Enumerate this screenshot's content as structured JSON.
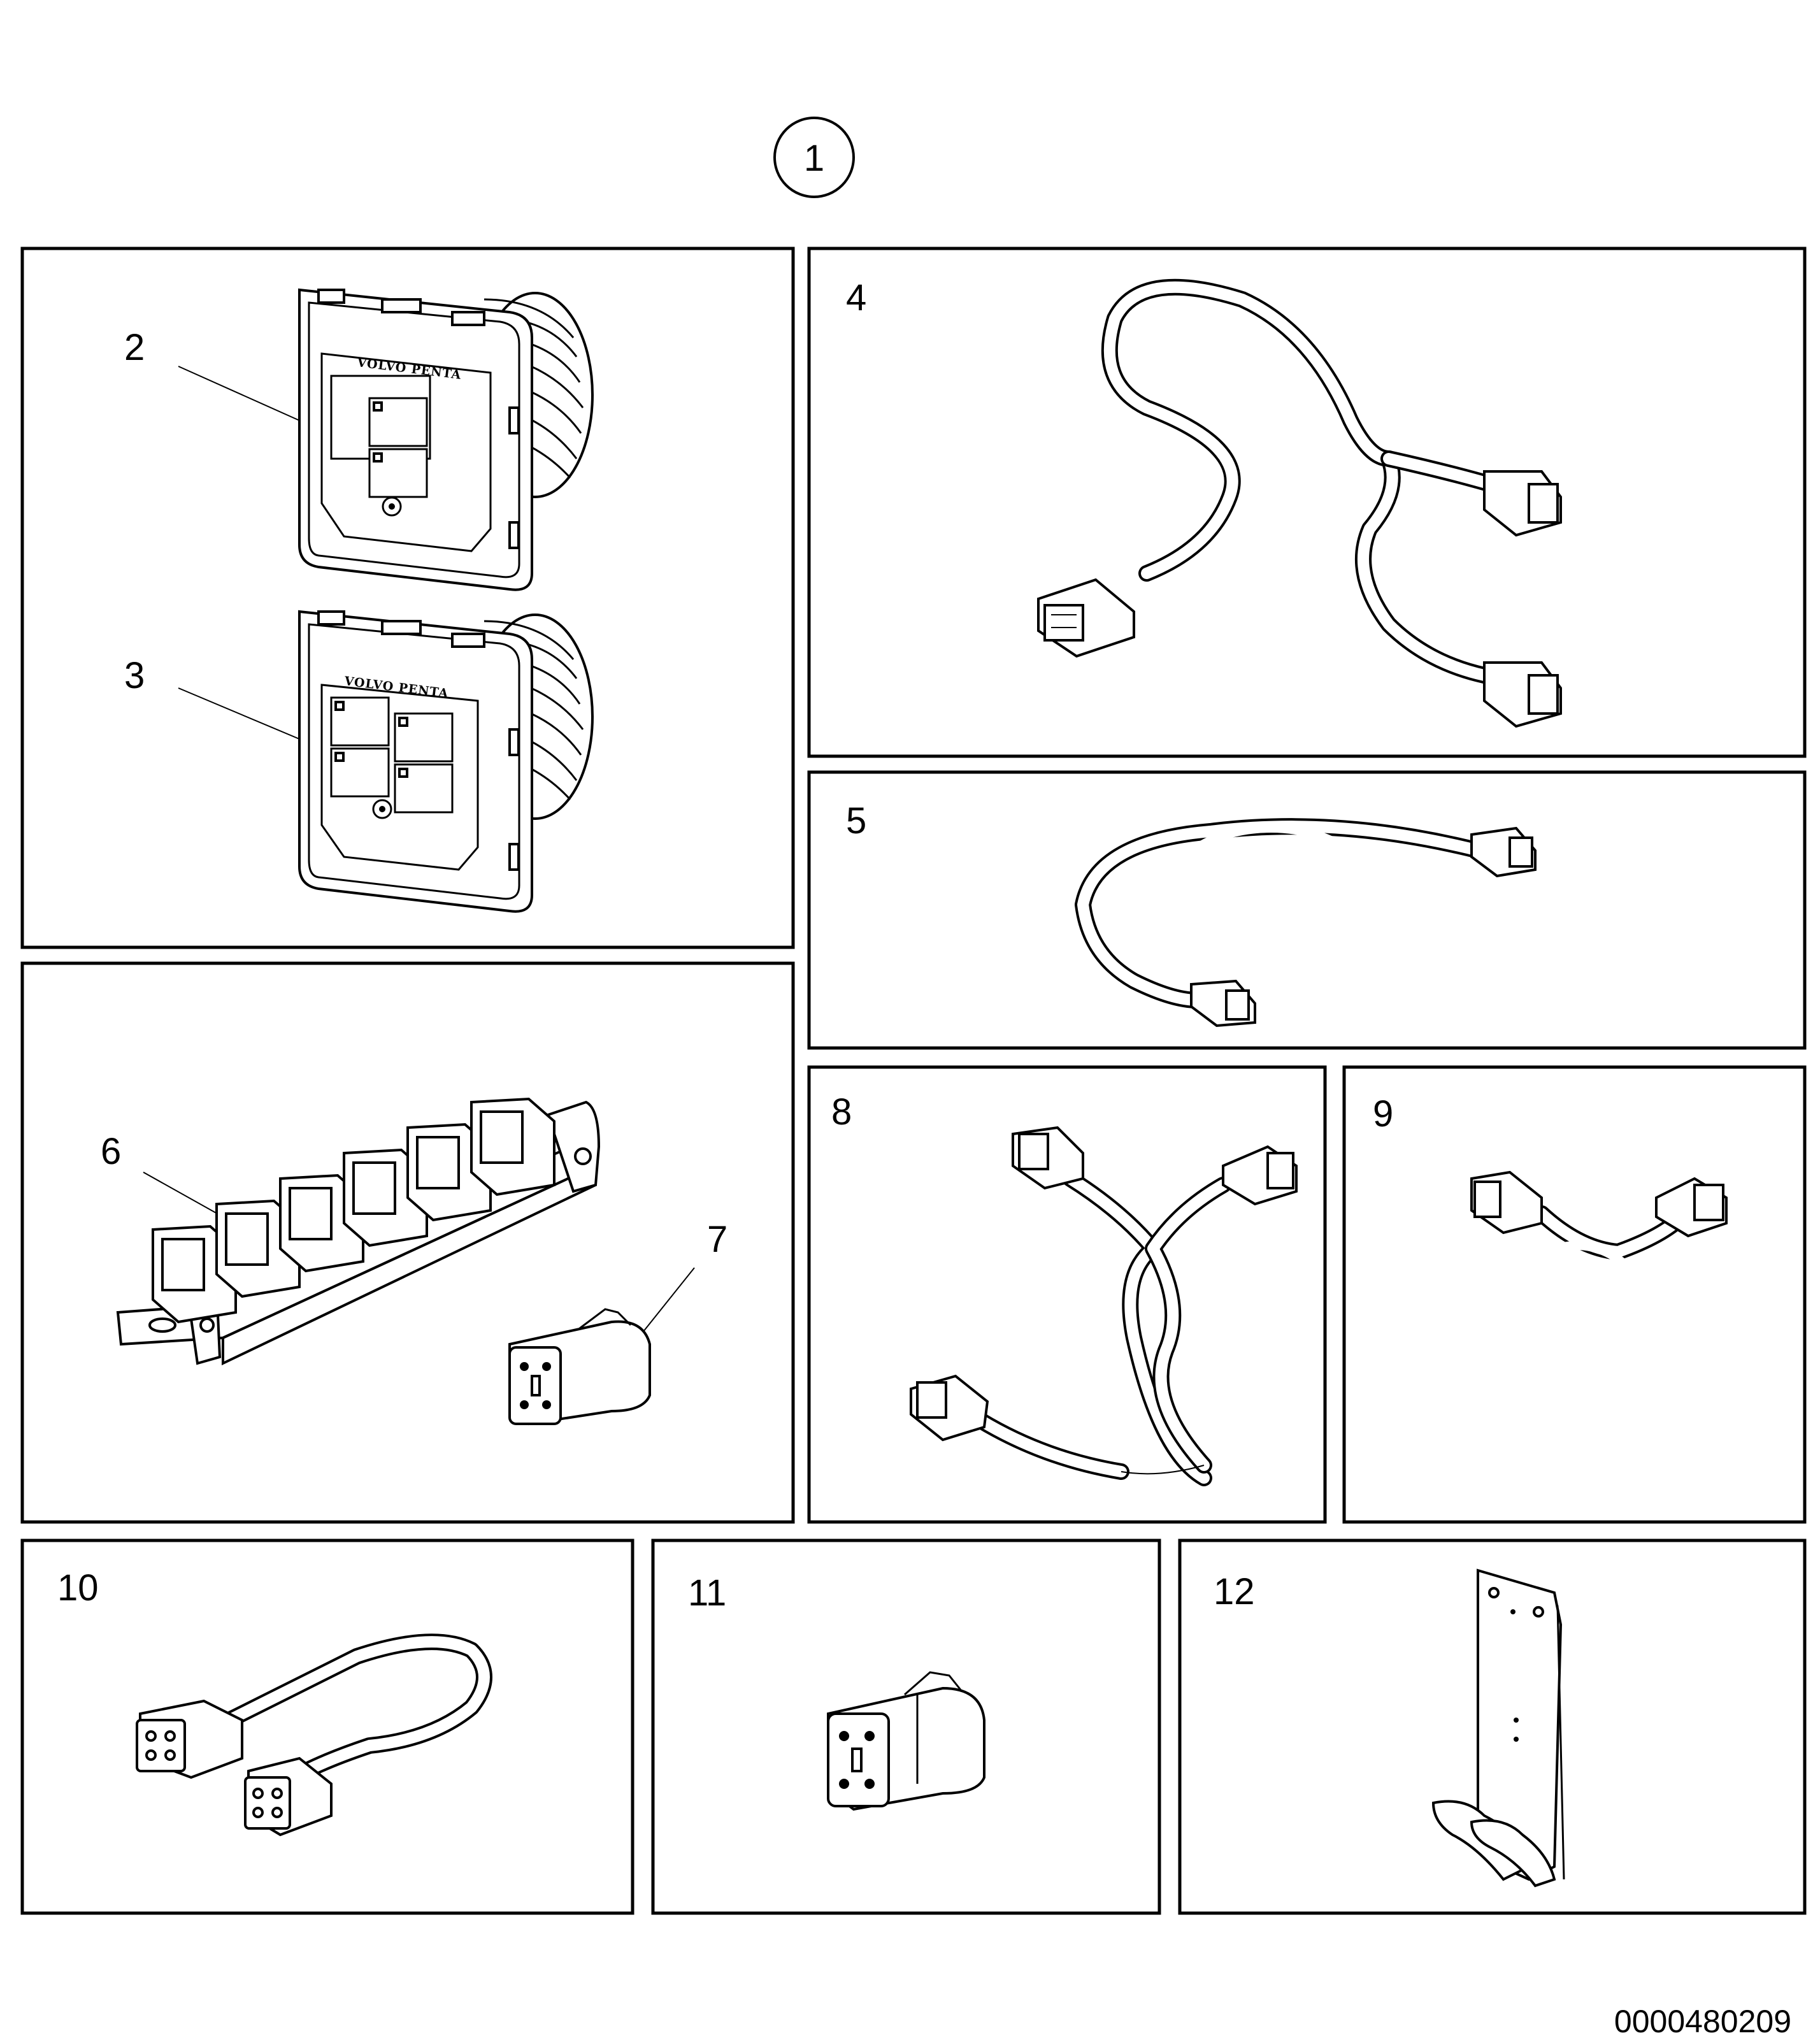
{
  "callout_main": "1",
  "panels": [
    {
      "id": "p1",
      "labels": [
        "2",
        "3"
      ]
    },
    {
      "id": "p4",
      "labels": [
        "4"
      ]
    },
    {
      "id": "p5",
      "labels": [
        "5"
      ]
    },
    {
      "id": "p6",
      "labels": [
        "6",
        "7"
      ]
    },
    {
      "id": "p8",
      "labels": [
        "8"
      ]
    },
    {
      "id": "p9",
      "labels": [
        "9"
      ]
    },
    {
      "id": "p10",
      "labels": [
        "10"
      ]
    },
    {
      "id": "p11",
      "labels": [
        "11"
      ]
    },
    {
      "id": "p12",
      "labels": [
        "12"
      ]
    }
  ],
  "logo_text": "VOLVO PENTA",
  "reference_number": "0000480209"
}
